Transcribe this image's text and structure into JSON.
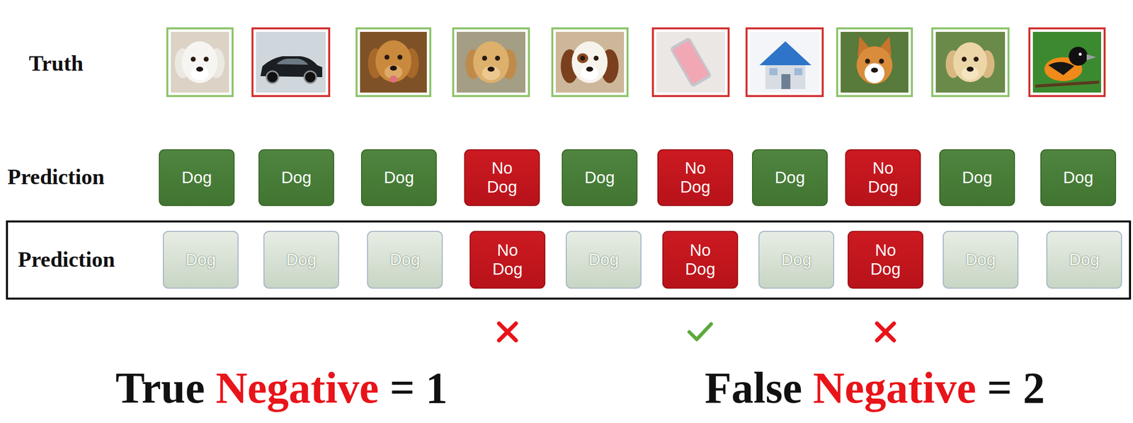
{
  "diagram": {
    "nodes": [
      {
        "text": [
          "Dog"
        ]
      },
      {
        "text": [
          "Dog"
        ]
      },
      {
        "text": [
          "Dog"
        ]
      },
      {
        "text": [
          "No Dog"
        ]
      },
      {
        "text": [
          "Dog"
        ]
      },
      {
        "text": [
          "No Dog"
        ]
      },
      {
        "text": [
          "Dog"
        ]
      },
      {
        "text": [
          "No Dog"
        ]
      },
      {
        "text": [
          "Dog"
        ]
      },
      {
        "text": [
          "Dog"
        ]
      },
      {
        "text": [
          "Prediction"
        ]
      },
      {
        "text": [
          "Dog"
        ],
        "in": 10
      },
      {
        "text": [
          "Dog"
        ],
        "in": 10
      },
      {
        "text": [
          "Dog"
        ],
        "in": 10
      },
      {
        "text": [
          "No Dog"
        ],
        "in": 10
      },
      {
        "text": [
          "Dog"
        ],
        "in": 10
      },
      {
        "text": [
          "No Dog"
        ],
        "in": 10
      },
      {
        "text": [
          "Dog"
        ],
        "in": 10
      },
      {
        "text": [
          "No Dog"
        ],
        "in": 10
      },
      {
        "text": [
          "Dog"
        ],
        "in": 10
      },
      {
        "text": [
          "Dog"
        ],
        "in": 10
      }
    ],
    "labels": [
      "Truth",
      "Prediction",
      "True",
      "Negative",
      "= 1",
      "False",
      "Negative",
      "= 2"
    ]
  }
}
